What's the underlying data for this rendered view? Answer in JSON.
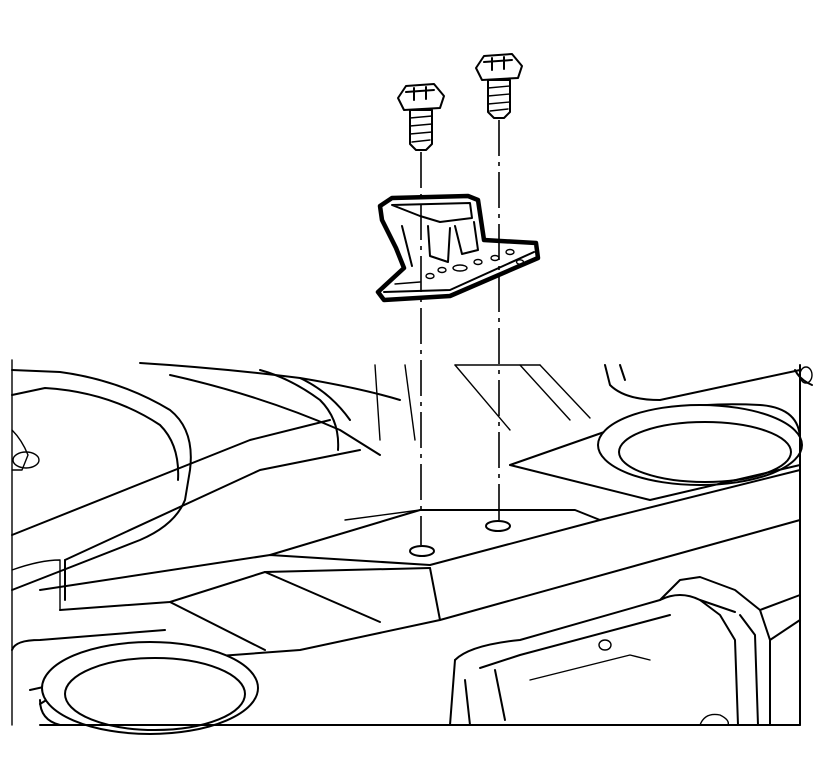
{
  "diagram": {
    "parts": [
      {
        "name": "bolt",
        "count": 2
      },
      {
        "name": "bracket",
        "count": 1
      },
      {
        "name": "crossmember",
        "count": 1
      }
    ],
    "colors": {
      "line": "#000000",
      "fill": "#ffffff"
    }
  }
}
